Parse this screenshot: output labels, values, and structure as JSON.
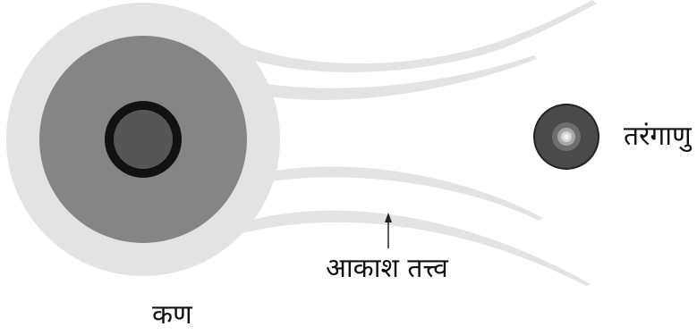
{
  "labels": {
    "particle": "कण",
    "ether": "आकाश तत्त्व",
    "wave_particle": "तरंगाणु"
  },
  "colors": {
    "background": "#ffffff",
    "halo": "#e3e3e3",
    "particle_body": "#858585",
    "core_ring": "#111111",
    "core_fill": "#555555",
    "field_lines": "#e3e3e3",
    "small_particle_outer": "#4a4a4a",
    "small_particle_mid": "#6e6e6e",
    "small_particle_inner": "#c8c8c8",
    "arrow": "#222222",
    "text": "#111111"
  }
}
